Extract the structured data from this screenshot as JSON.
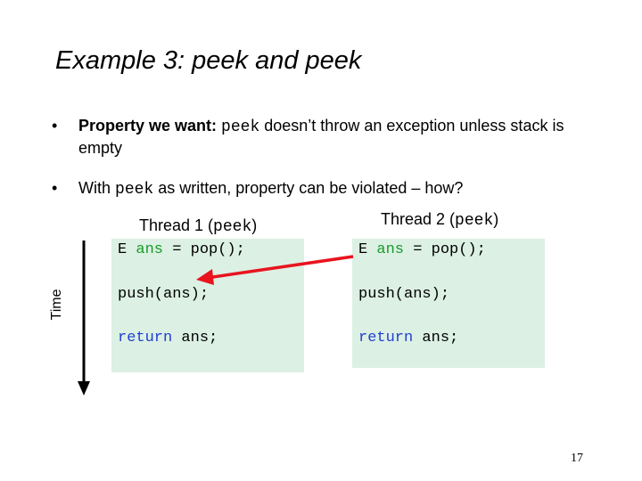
{
  "slide": {
    "title": "Example 3: peek and peek",
    "bullet1": {
      "bold": "Property we want:",
      "code": "peek",
      "rest": " doesn’t throw an exception unless stack is empty"
    },
    "bullet2": {
      "pre": "With ",
      "code": "peek",
      "rest": " as written, property can be violated – how?"
    },
    "thread1": {
      "label_text": "Thread 1 (",
      "label_code": "peek",
      "label_end": ")"
    },
    "thread2": {
      "label_text": "Thread 2 (",
      "label_code": "peek",
      "label_end": ")"
    },
    "code": {
      "type": "E ",
      "var": "ans",
      "assign": " = pop();",
      "push": "push(ans);",
      "return_kw": "return",
      "return_rest": " ans;"
    },
    "time_label": "Time",
    "page_number": "17",
    "colors": {
      "code_bg": "#dcf0e4",
      "arrow": "#e8141e",
      "keyword_green": "#1a9a2a",
      "keyword_blue": "#1f3fd0"
    }
  }
}
